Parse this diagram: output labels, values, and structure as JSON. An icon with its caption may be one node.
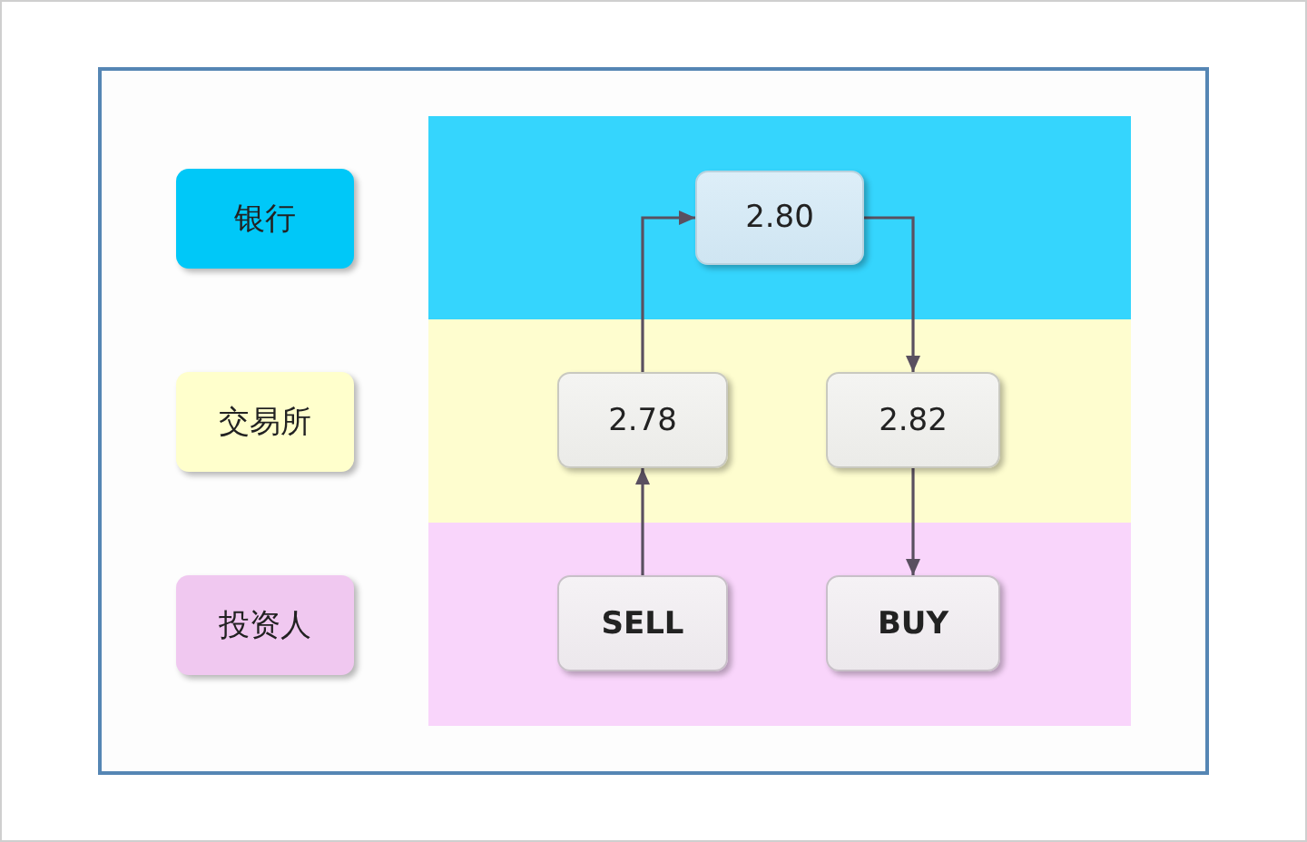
{
  "diagram": {
    "nodes": [
      {
        "text": [
          "银行"
        ]
      },
      {
        "text": [
          "2.80"
        ]
      },
      {
        "text": [
          "交易所"
        ]
      },
      {
        "text": [
          "2.78"
        ]
      },
      {
        "text": [
          "2.82"
        ]
      },
      {
        "text": [
          "投资人"
        ]
      },
      {
        "text": [
          "SELL"
        ]
      },
      {
        "text": [
          "BUY"
        ]
      }
    ],
    "edges": [
      {
        "from": 6,
        "to": 3,
        "arrow": "to"
      },
      {
        "from": 3,
        "to": 1,
        "arrow": "to"
      },
      {
        "from": 1,
        "to": 4,
        "arrow": "to"
      },
      {
        "from": 4,
        "to": 7,
        "arrow": "to"
      }
    ]
  }
}
